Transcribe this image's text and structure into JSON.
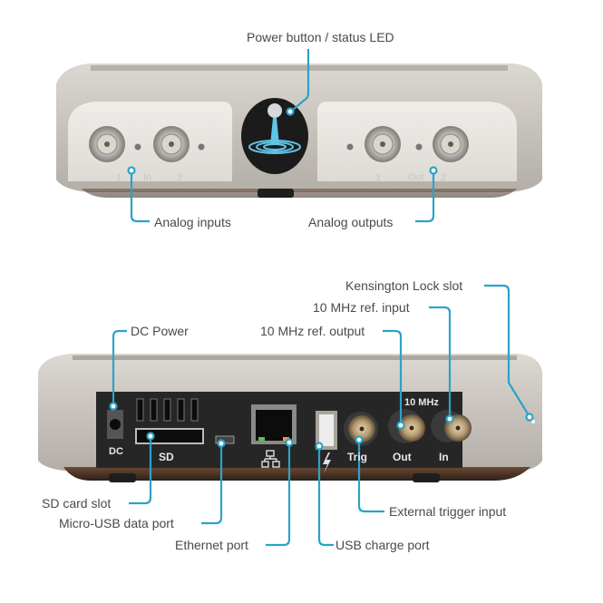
{
  "front_view": {
    "labels": {
      "power": "Power button / status LED",
      "analog_inputs": "Analog inputs",
      "analog_outputs": "Analog outputs"
    },
    "panel_marks": {
      "in_1": "1",
      "in_word": "In",
      "in_2": "2",
      "out_1": "1",
      "out_word": "Out",
      "out_2": "2"
    }
  },
  "rear_view": {
    "labels": {
      "kensington": "Kensington Lock slot",
      "ref_input": "10 MHz ref. input",
      "ref_output": "10 MHz ref. output",
      "dc_power": "DC Power",
      "sd_slot": "SD card slot",
      "micro_usb": "Micro-USB data port",
      "ethernet": "Ethernet port",
      "usb_charge": "USB charge port",
      "ext_trigger": "External trigger input"
    },
    "panel_marks": {
      "dc": "DC",
      "sd": "SD",
      "trig": "Trig",
      "out": "Out",
      "in": "In",
      "ten_mhz": "10 MHz"
    }
  },
  "colors": {
    "callout": "#2aa3c9",
    "label_text": "#4a4a4a",
    "chassis": "#c9c4bd",
    "rear_panel": "#2a2a2a"
  }
}
